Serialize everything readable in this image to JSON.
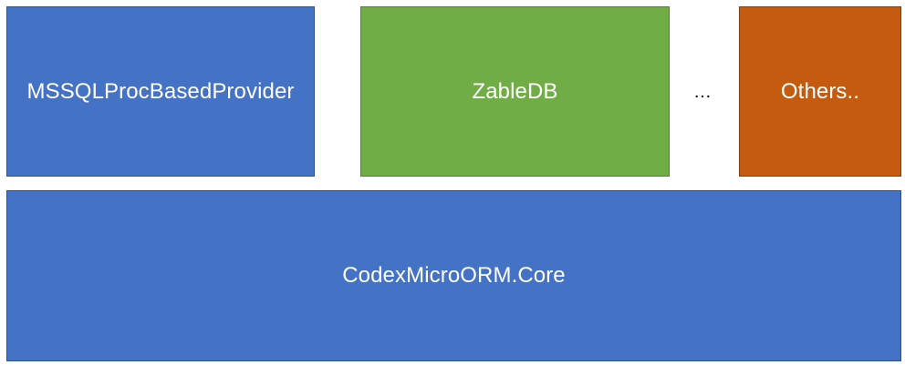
{
  "providers": [
    {
      "label": "MSSQLProcBasedProvider",
      "color": "#4472c4"
    },
    {
      "label": "ZableDB",
      "color": "#70ad47"
    },
    {
      "label": "Others..",
      "color": "#c55a11"
    }
  ],
  "separator": "…",
  "core": {
    "label": "CodexMicroORM.Core",
    "color": "#4472c4"
  }
}
